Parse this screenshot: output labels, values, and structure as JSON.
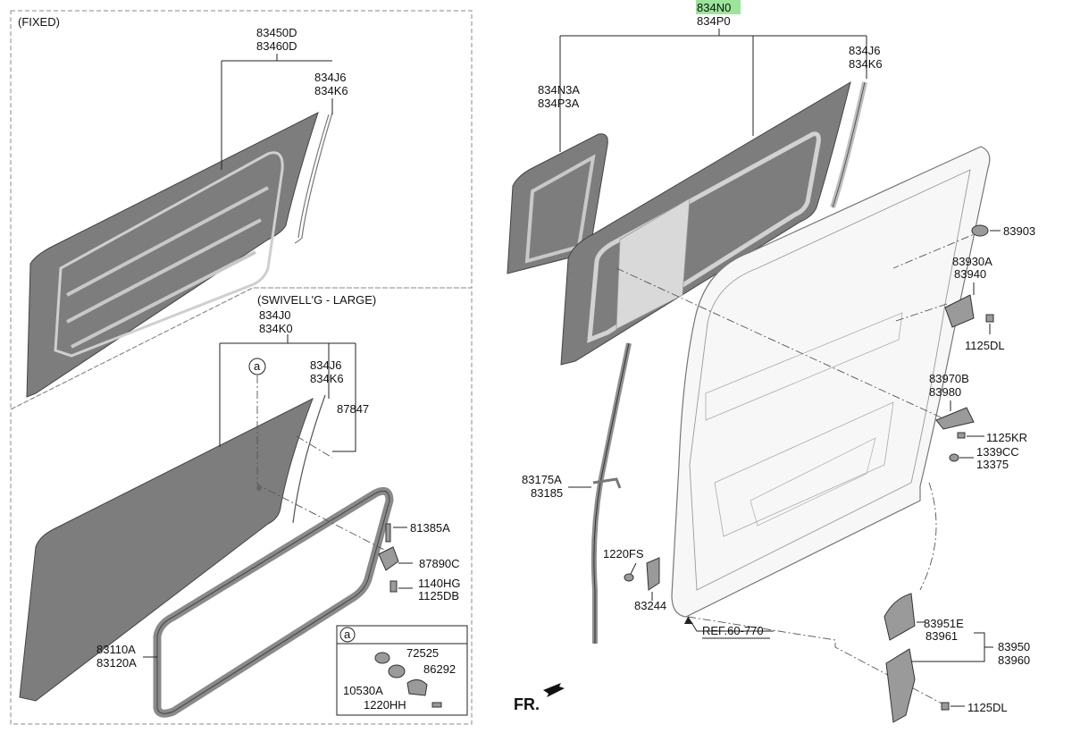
{
  "sections": {
    "fixed": "(FIXED)",
    "swivel": "(SWIVELL'G - LARGE)"
  },
  "highlight_color": "#9be59b",
  "callouts": {
    "ref_a_left": "a",
    "ref_a_box": "a",
    "p_834N0": "834N0",
    "p_834P0": "834P0",
    "p_83450D": "83450D",
    "p_83460D": "83460D",
    "p_834J6_fixed": "834J6",
    "p_834K6_fixed": "834K6",
    "p_834J0": "834J0",
    "p_834K0": "834K0",
    "p_834J6_sw": "834J6",
    "p_834K6_sw": "834K6",
    "p_87847": "87847",
    "p_81385A": "81385A",
    "p_87890C": "87890C",
    "p_1140HG": "1140HG",
    "p_1125DB": "1125DB",
    "p_83110A": "83110A",
    "p_83120A": "83120A",
    "p_72525": "72525",
    "p_86292": "86292",
    "p_10530A": "10530A",
    "p_1220HH": "1220HH",
    "p_834N3A": "834N3A",
    "p_834P3A": "834P3A",
    "p_834J6_r": "834J6",
    "p_834K6_r": "834K6",
    "p_83903": "83903",
    "p_83930A": "83930A",
    "p_83940": "83940",
    "p_1125DL_a": "1125DL",
    "p_83970B": "83970B",
    "p_83980": "83980",
    "p_1125KR": "1125KR",
    "p_1339CC": "1339CC",
    "p_13375": "13375",
    "p_83175A": "83175A",
    "p_83185": "83185",
    "p_1220FS": "1220FS",
    "p_83244": "83244",
    "p_ref": "REF.60-770",
    "p_83951E": "83951E",
    "p_83961": "83961",
    "p_83950": "83950",
    "p_83960": "83960",
    "p_1125DL_b": "1125DL",
    "fr": "FR."
  }
}
